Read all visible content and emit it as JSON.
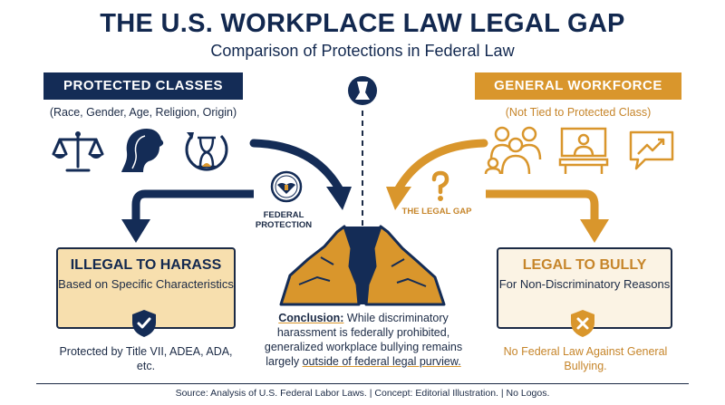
{
  "header": {
    "title": "THE U.S. WORKPLACE LAW LEGAL GAP",
    "subtitle": "Comparison of Protections in Federal Law"
  },
  "left": {
    "banner": "PROTECTED CLASSES",
    "note": "(Race, Gender, Age, Religion, Origin)",
    "box_title": "ILLEGAL TO HARASS",
    "box_sub": "Based on Specific Characteristics",
    "below": "Protected by Title VII, ADEA, ADA, etc."
  },
  "right": {
    "banner": "GENERAL WORKFORCE",
    "note": "(Not Tied to Protected Class)",
    "box_title": "LEGAL TO BULLY",
    "box_sub": "For Non-Discriminatory Reasons",
    "below": "No Federal Law Against General Bullying."
  },
  "center": {
    "federal_label": "FEDERAL PROTECTION",
    "gap_label": "THE LEGAL GAP",
    "conclusion_lead": "Conclusion:",
    "conclusion_body": " While discriminatory harassment is federally prohibited, generalized workplace bullying remains largely ",
    "conclusion_mark": "outside of federal legal purview."
  },
  "footer": "Source: Analysis of U.S. Federal Labor Laws. | Concept: Editorial Illustration. | No Logos.",
  "colors": {
    "navy": "#142c56",
    "gold": "#d9962c",
    "cream": "#f7dfae"
  },
  "icons": [
    "scales-of-justice-icon",
    "woman-profile-icon",
    "hourglass-cycle-icon",
    "group-of-people-icon",
    "office-desk-icon",
    "trend-chart-icon",
    "shield-check-icon",
    "shield-x-icon",
    "eagle-seal-icon",
    "question-mark-icon",
    "cracked-ground-icon"
  ]
}
